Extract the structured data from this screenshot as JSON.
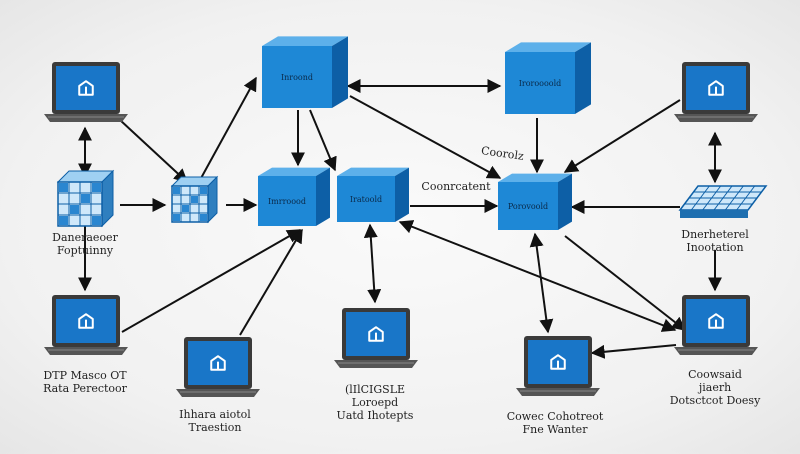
{
  "diagram": {
    "colors": {
      "screen": "#1976c8",
      "cube_front": "#1e88d6",
      "cube_top": "#5db0ea",
      "cube_side": "#0d5fa6",
      "laptop_body": "#3a3a3a",
      "arrow": "#111111"
    },
    "cube_labels": {
      "top_center": "Inroond",
      "top_right": "Iroroooold",
      "mid_left": "Imrroood",
      "mid_center": "Iratoold",
      "mid_right": "Porovoold"
    },
    "arrow_labels": {
      "cluster": "Coorolz",
      "connection": "Coonrcatent"
    },
    "node_labels": {
      "left_grid": [
        "Daneraeoer",
        "Foptuinny"
      ],
      "right_grid": [
        "Dnerheterel",
        "Inootation"
      ],
      "bottom_left_laptop": [
        "DTP Masco OT",
        "Rata Perectoor"
      ],
      "bottom_mid_left_laptop": [
        "Ihhara aiotol",
        "Traestion"
      ],
      "bottom_center_laptop": [
        "(lIlCIGSLE",
        "Loroepd",
        "Uatd Ihotepts"
      ],
      "bottom_mid_right_laptop": [
        "Cowec Cohotreot",
        "Fne Wanter"
      ],
      "bottom_right_laptop": [
        "Coowsaid",
        "jiaerh",
        "Dotsctcot Doesy"
      ]
    },
    "icon": "laptop-app-icon"
  }
}
